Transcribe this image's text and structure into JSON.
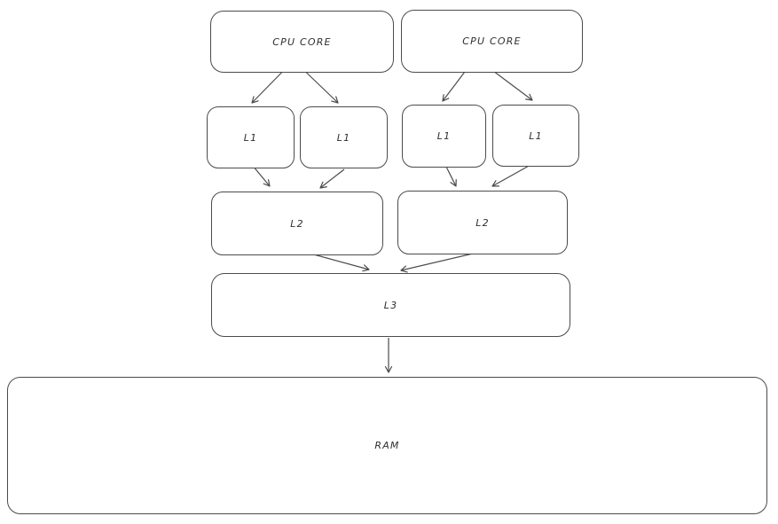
{
  "diagram": {
    "type": "flowchart",
    "description": "CPU cache memory hierarchy",
    "background_color": "#ffffff",
    "stroke_color": "#4b4b4b",
    "text_color": "#2f2f2f",
    "nodes": [
      {
        "id": "cpu-core-1",
        "label": "CPU CORE"
      },
      {
        "id": "cpu-core-2",
        "label": "CPU CORE"
      },
      {
        "id": "l1-1",
        "label": "L1"
      },
      {
        "id": "l1-2",
        "label": "L1"
      },
      {
        "id": "l1-3",
        "label": "L1"
      },
      {
        "id": "l1-4",
        "label": "L1"
      },
      {
        "id": "l2-1",
        "label": "L2"
      },
      {
        "id": "l2-2",
        "label": "L2"
      },
      {
        "id": "l3",
        "label": "L3"
      },
      {
        "id": "ram",
        "label": "RAM"
      }
    ],
    "edges": [
      {
        "from": "cpu-core-1",
        "to": "l1-1"
      },
      {
        "from": "cpu-core-1",
        "to": "l1-2"
      },
      {
        "from": "cpu-core-2",
        "to": "l1-3"
      },
      {
        "from": "cpu-core-2",
        "to": "l1-4"
      },
      {
        "from": "l1-1",
        "to": "l2-1"
      },
      {
        "from": "l1-2",
        "to": "l2-1"
      },
      {
        "from": "l1-3",
        "to": "l2-2"
      },
      {
        "from": "l1-4",
        "to": "l2-2"
      },
      {
        "from": "l2-1",
        "to": "l3"
      },
      {
        "from": "l2-2",
        "to": "l3"
      },
      {
        "from": "l3",
        "to": "ram"
      }
    ]
  }
}
